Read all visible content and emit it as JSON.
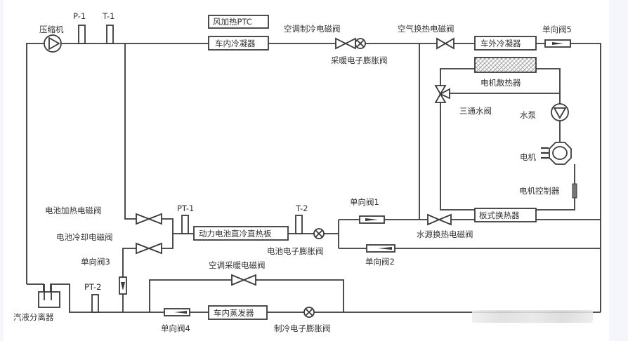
{
  "diagram": {
    "components": {
      "compressor": "压缩机",
      "p1": "P-1",
      "t1": "T-1",
      "ptc": "风加热PTC",
      "inner_condenser": "车内冷凝器",
      "ac_cooling_valve": "空调制冷电磁阀",
      "heating_exv": "采暖电子膨胀阀",
      "air_exchange_valve": "空气换热电磁阀",
      "outer_condenser": "车外冷凝器",
      "check_valve_5": "单向阀5",
      "motor_radiator": "电机散热器",
      "three_way_valve": "三通水阀",
      "water_pump": "水泵",
      "motor": "电机",
      "motor_controller": "电机控制器",
      "battery_heating_valve": "电池加热电磁阀",
      "battery_cooling_valve": "电池冷却电磁阀",
      "pt1": "PT-1",
      "battery_plate": "动力电池直冷直热板",
      "t2": "T-2",
      "battery_exv": "电池电子膨胀阀",
      "check_valve_1": "单向阀1",
      "check_valve_2": "单向阀2",
      "water_source_valve": "水源换热电磁阀",
      "plate_exchanger": "板式换热器",
      "check_valve_3": "单向阀3",
      "pt2": "PT-2",
      "gas_liquid_separator": "汽液分离器",
      "ac_heating_valve": "空调采暖电磁阀",
      "check_valve_4": "单向阀4",
      "inner_evaporator": "车内蒸发器",
      "cooling_exv": "制冷电子膨胀阀"
    },
    "line_color": "#3a3a3a"
  }
}
